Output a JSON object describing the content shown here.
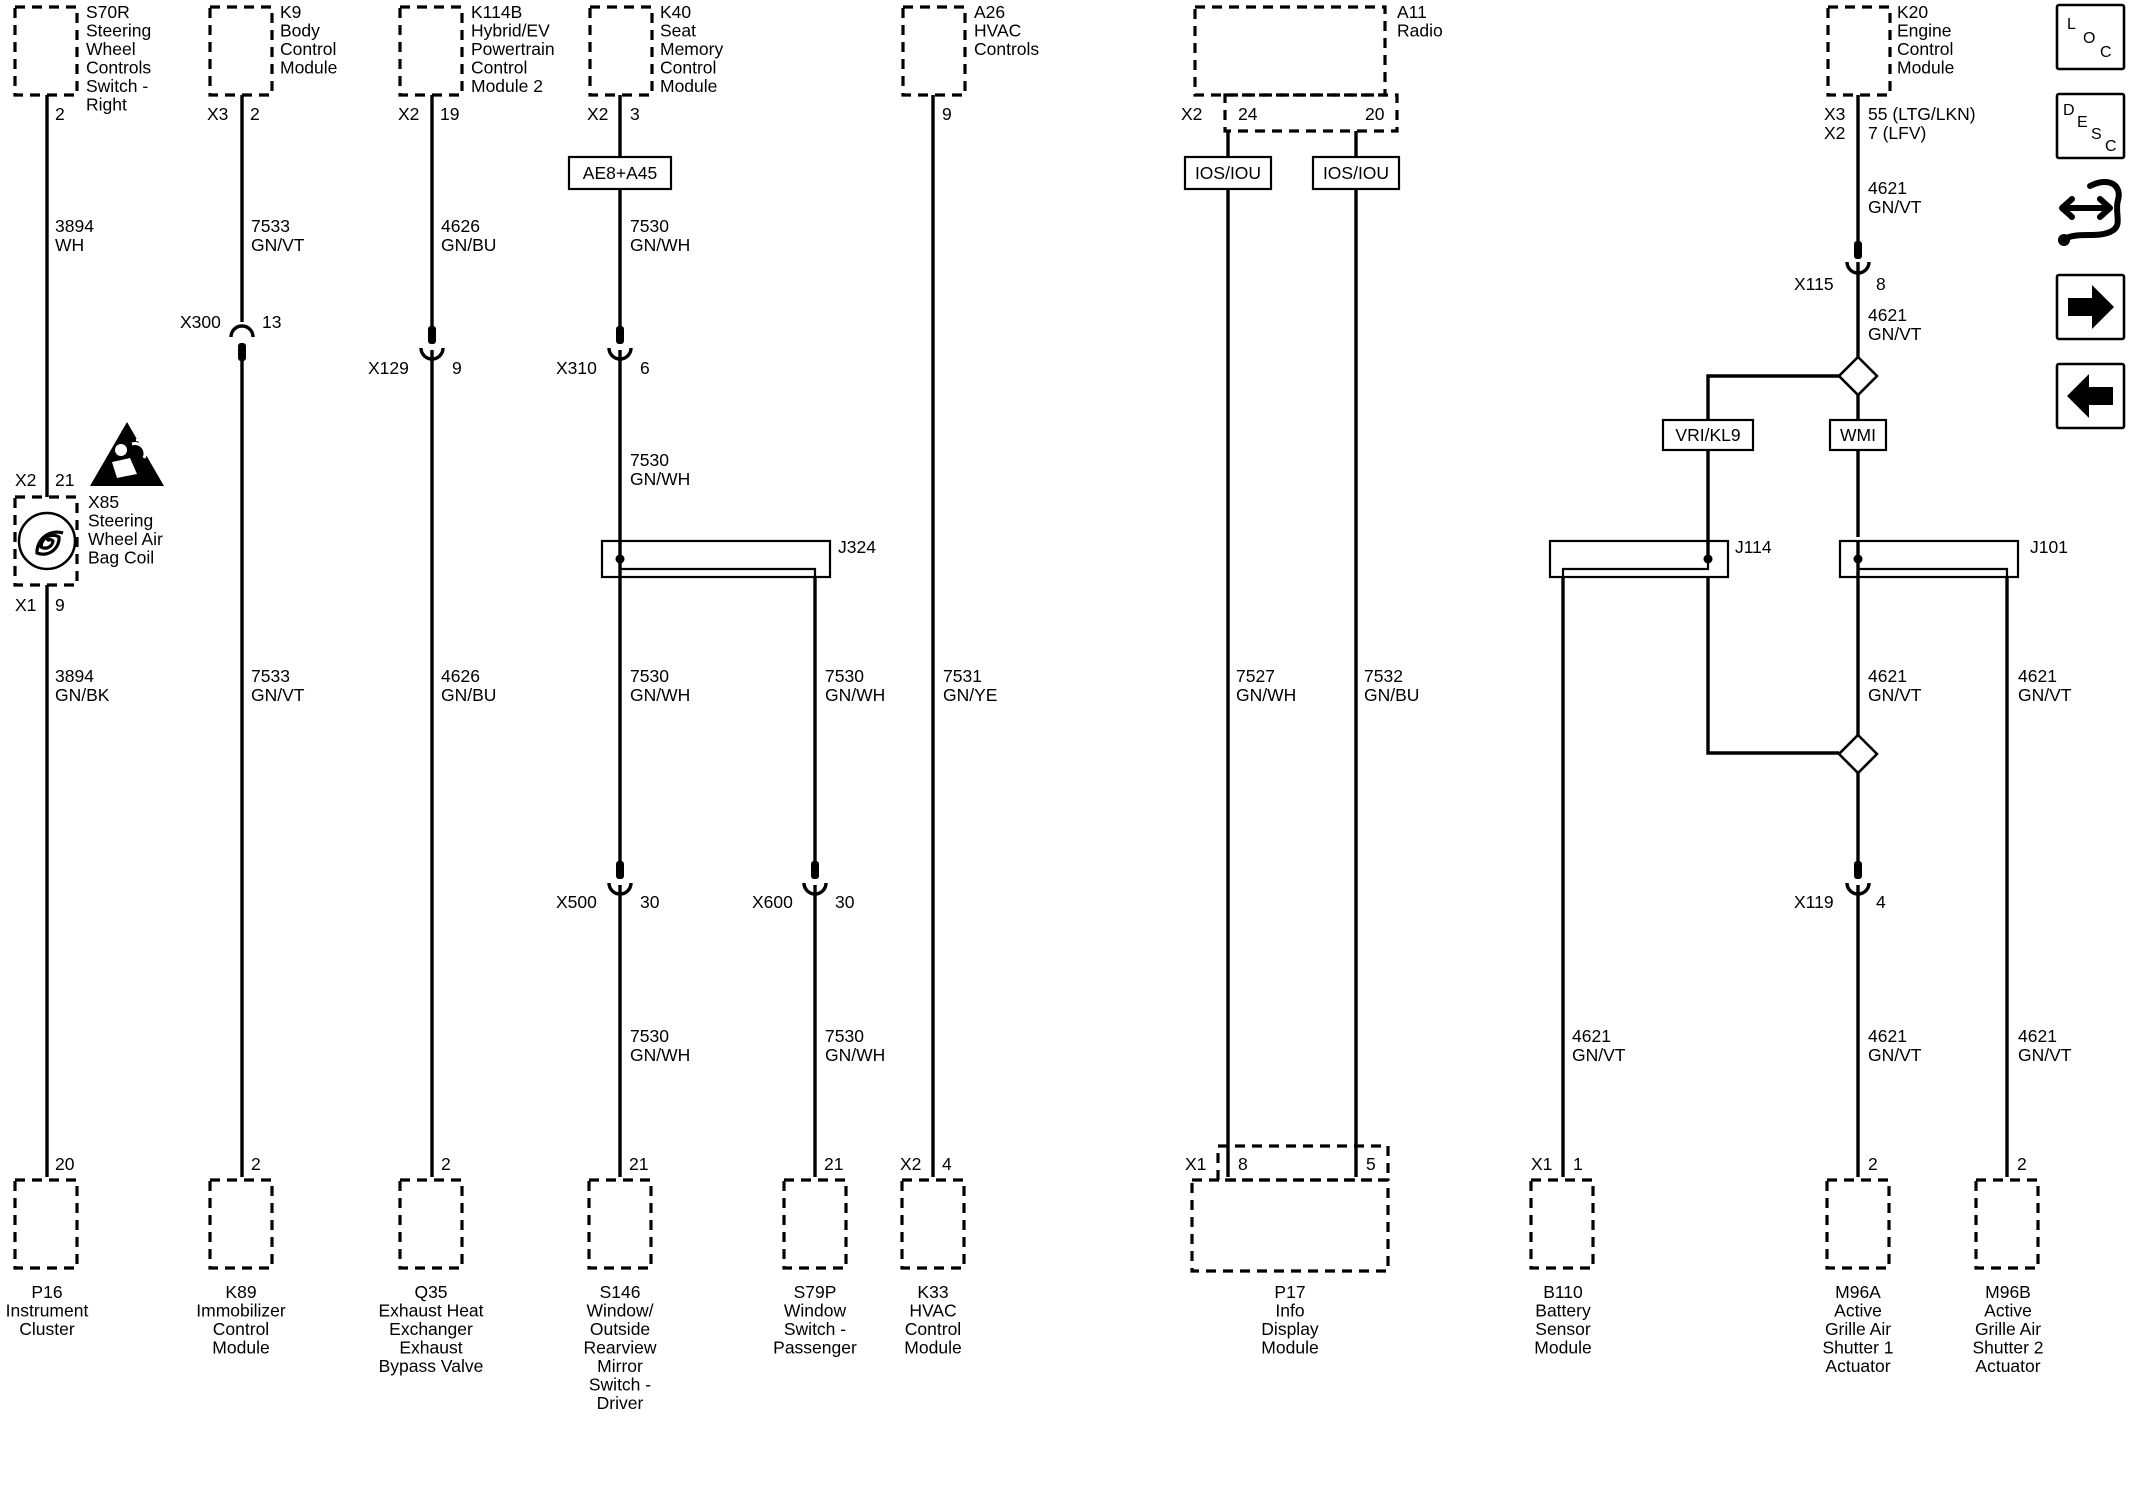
{
  "components": {
    "s70r": [
      "S70R",
      "Steering",
      "Wheel",
      "Controls",
      "Switch -",
      "Right"
    ],
    "k9": [
      "K9",
      "Body",
      "Control",
      "Module"
    ],
    "k114b": [
      "K114B",
      "Hybrid/EV",
      "Powertrain",
      "Control",
      "Module 2"
    ],
    "k40": [
      "K40",
      "Seat",
      "Memory",
      "Control",
      "Module"
    ],
    "a26": [
      "A26",
      "HVAC",
      "Controls"
    ],
    "a11": [
      "A11",
      "Radio"
    ],
    "k20": [
      "K20",
      "Engine",
      "Control",
      "Module"
    ],
    "x85": [
      "X85",
      "Steering",
      "Wheel Air",
      "Bag Coil"
    ],
    "p16": [
      "P16",
      "Instrument",
      "Cluster"
    ],
    "k89": [
      "K89",
      "Immobilizer",
      "Control",
      "Module"
    ],
    "q35": [
      "Q35",
      "Exhaust Heat",
      "Exchanger",
      "Exhaust",
      "Bypass Valve"
    ],
    "s146": [
      "S146",
      "Window/",
      "Outside",
      "Rearview",
      "Mirror",
      "Switch -",
      "Driver"
    ],
    "s79p": [
      "S79P",
      "Window",
      "Switch -",
      "Passenger"
    ],
    "k33": [
      "K33",
      "HVAC",
      "Control",
      "Module"
    ],
    "p17": [
      "P17",
      "Info",
      "Display",
      "Module"
    ],
    "b110": [
      "B110",
      "Battery",
      "Sensor",
      "Module"
    ],
    "m96a": [
      "M96A",
      "Active",
      "Grille Air",
      "Shutter 1",
      "Actuator"
    ],
    "m96b": [
      "M96B",
      "Active",
      "Grille Air",
      "Shutter 2",
      "Actuator"
    ]
  },
  "pins": {
    "s70r_pin": "2",
    "k9_conn": "X3",
    "k9_pin": "2",
    "k114b_conn": "X2",
    "k114b_pin": "19",
    "k40_conn": "X2",
    "k40_pin": "3",
    "a26_pin": "9",
    "a11_conn": "X2",
    "a11_pin1": "24",
    "a11_pin2": "20",
    "k20_conn1": "X3",
    "k20_pin1": "55 (LTG/LKN)",
    "k20_conn2": "X2",
    "k20_pin2": "7 (LFV)",
    "x85_top_conn": "X2",
    "x85_top_pin": "21",
    "x85_bot_conn": "X1",
    "x85_bot_pin": "9",
    "p16_pin": "20",
    "k89_pin": "2",
    "q35_pin": "2",
    "s146_pin": "21",
    "s79p_pin": "21",
    "k33_conn": "X2",
    "k33_pin": "4",
    "p17_conn": "X1",
    "p17_pin1": "8",
    "p17_pin2": "5",
    "b110_conn": "X1",
    "b110_pin": "1",
    "m96a_pin": "2",
    "m96b_pin": "2"
  },
  "wires": {
    "w1a_num": "3894",
    "w1a_color": "WH",
    "w1b_num": "3894",
    "w1b_color": "GN/BK",
    "w2a_num": "7533",
    "w2a_color": "GN/VT",
    "w2b_num": "7533",
    "w2b_color": "GN/VT",
    "w3a_num": "4626",
    "w3a_color": "GN/BU",
    "w3b_num": "4626",
    "w3b_color": "GN/BU",
    "w4a_num": "7530",
    "w4a_color": "GN/WH",
    "w4b_num": "7530",
    "w4b_color": "GN/WH",
    "w4c_num": "7530",
    "w4c_color": "GN/WH",
    "w4d_num": "7530",
    "w4d_color": "GN/WH",
    "w4e_num": "7530",
    "w4e_color": "GN/WH",
    "w4f_num": "7530",
    "w4f_color": "GN/WH",
    "w5_num": "7531",
    "w5_color": "GN/YE",
    "w6_num": "7527",
    "w6_color": "GN/WH",
    "w7_num": "7532",
    "w7_color": "GN/BU",
    "w8a_num": "4621",
    "w8a_color": "GN/VT",
    "w8b_num": "4621",
    "w8b_color": "GN/VT",
    "w8c_num": "4621",
    "w8c_color": "GN/VT",
    "w8d_num": "4621",
    "w8d_color": "GN/VT",
    "w8e_num": "4621",
    "w8e_color": "GN/VT",
    "w8f_num": "4621",
    "w8f_color": "GN/VT"
  },
  "inline": {
    "x300": "X300",
    "x300_pin": "13",
    "x129": "X129",
    "x129_pin": "9",
    "x310": "X310",
    "x310_pin": "6",
    "x500": "X500",
    "x500_pin": "30",
    "x600": "X600",
    "x600_pin": "30",
    "x115": "X115",
    "x115_pin": "8",
    "x119": "X119",
    "x119_pin": "4"
  },
  "splices": {
    "j324": "J324",
    "j114": "J114",
    "j101": "J101"
  },
  "options": {
    "ae8": "AE8+A45",
    "ios1": "IOS/IOU",
    "ios2": "IOS/IOU",
    "vri": "VRI/KL9",
    "wmi": "WMI"
  },
  "nav": {
    "loc": [
      "L",
      "O",
      "C"
    ],
    "desc": [
      "D",
      "E",
      "S",
      "C"
    ]
  },
  "icons": {
    "airbag": "airbag-warning-icon",
    "coil": "clockspring-coil-icon",
    "harness": "harness-routing-icon",
    "next": "arrow-right-icon",
    "prev": "arrow-left-icon"
  }
}
